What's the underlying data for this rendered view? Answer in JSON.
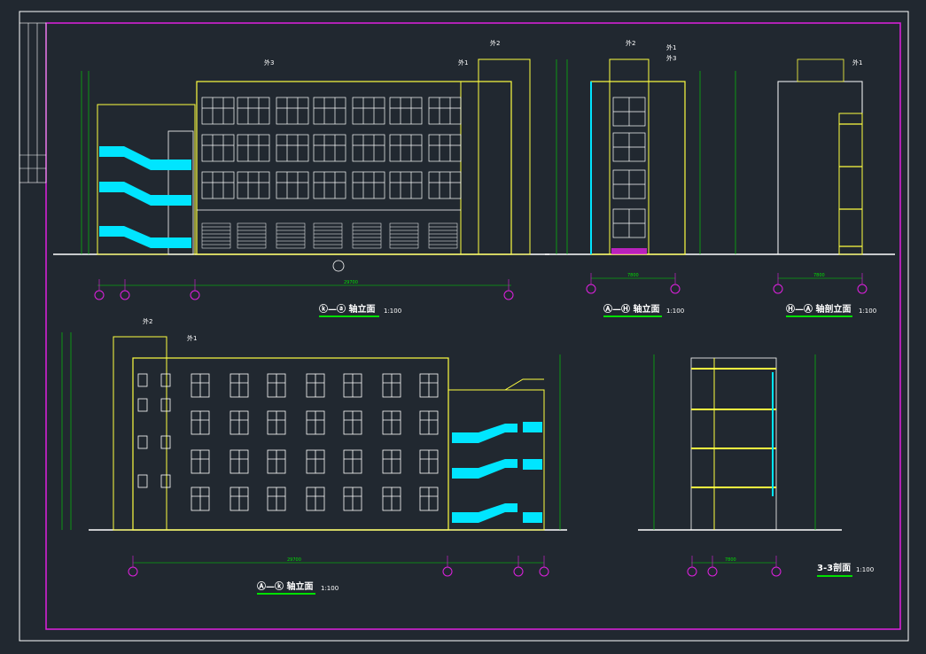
{
  "colors": {
    "background": "#212830",
    "outer_frame": "#ffffff",
    "inner_frame": "#e020e0",
    "outline": "#ffff40",
    "window": "#ffffff",
    "glass": "#00e5ff",
    "dimension": "#00e000",
    "grid_bubble": "#e020e0",
    "ground": "#ffffff"
  },
  "drawing_titles": [
    {
      "id": "v1",
      "text": "ⓚ—ⓐ 轴立面",
      "scale": "1:100"
    },
    {
      "id": "v2",
      "text": "Ⓐ—Ⓗ 轴立面",
      "scale": "1:100"
    },
    {
      "id": "v3",
      "text": "Ⓗ—Ⓐ 轴剖立面",
      "scale": "1:100"
    },
    {
      "id": "v4",
      "text": "Ⓐ—ⓚ 轴立面",
      "scale": "1:100"
    },
    {
      "id": "v5",
      "text": "3-3剖面",
      "scale": "1:100"
    }
  ],
  "tags": {
    "a": "外3",
    "b": "外1",
    "c": "外2",
    "d": "外2",
    "e": "外1",
    "f": "外3",
    "g": "外1",
    "h": "外2",
    "i": "外1"
  },
  "dimensions": {
    "d1": "29700",
    "d2": "7800",
    "d3": "7800",
    "d4": "29700",
    "d5": "7800"
  }
}
